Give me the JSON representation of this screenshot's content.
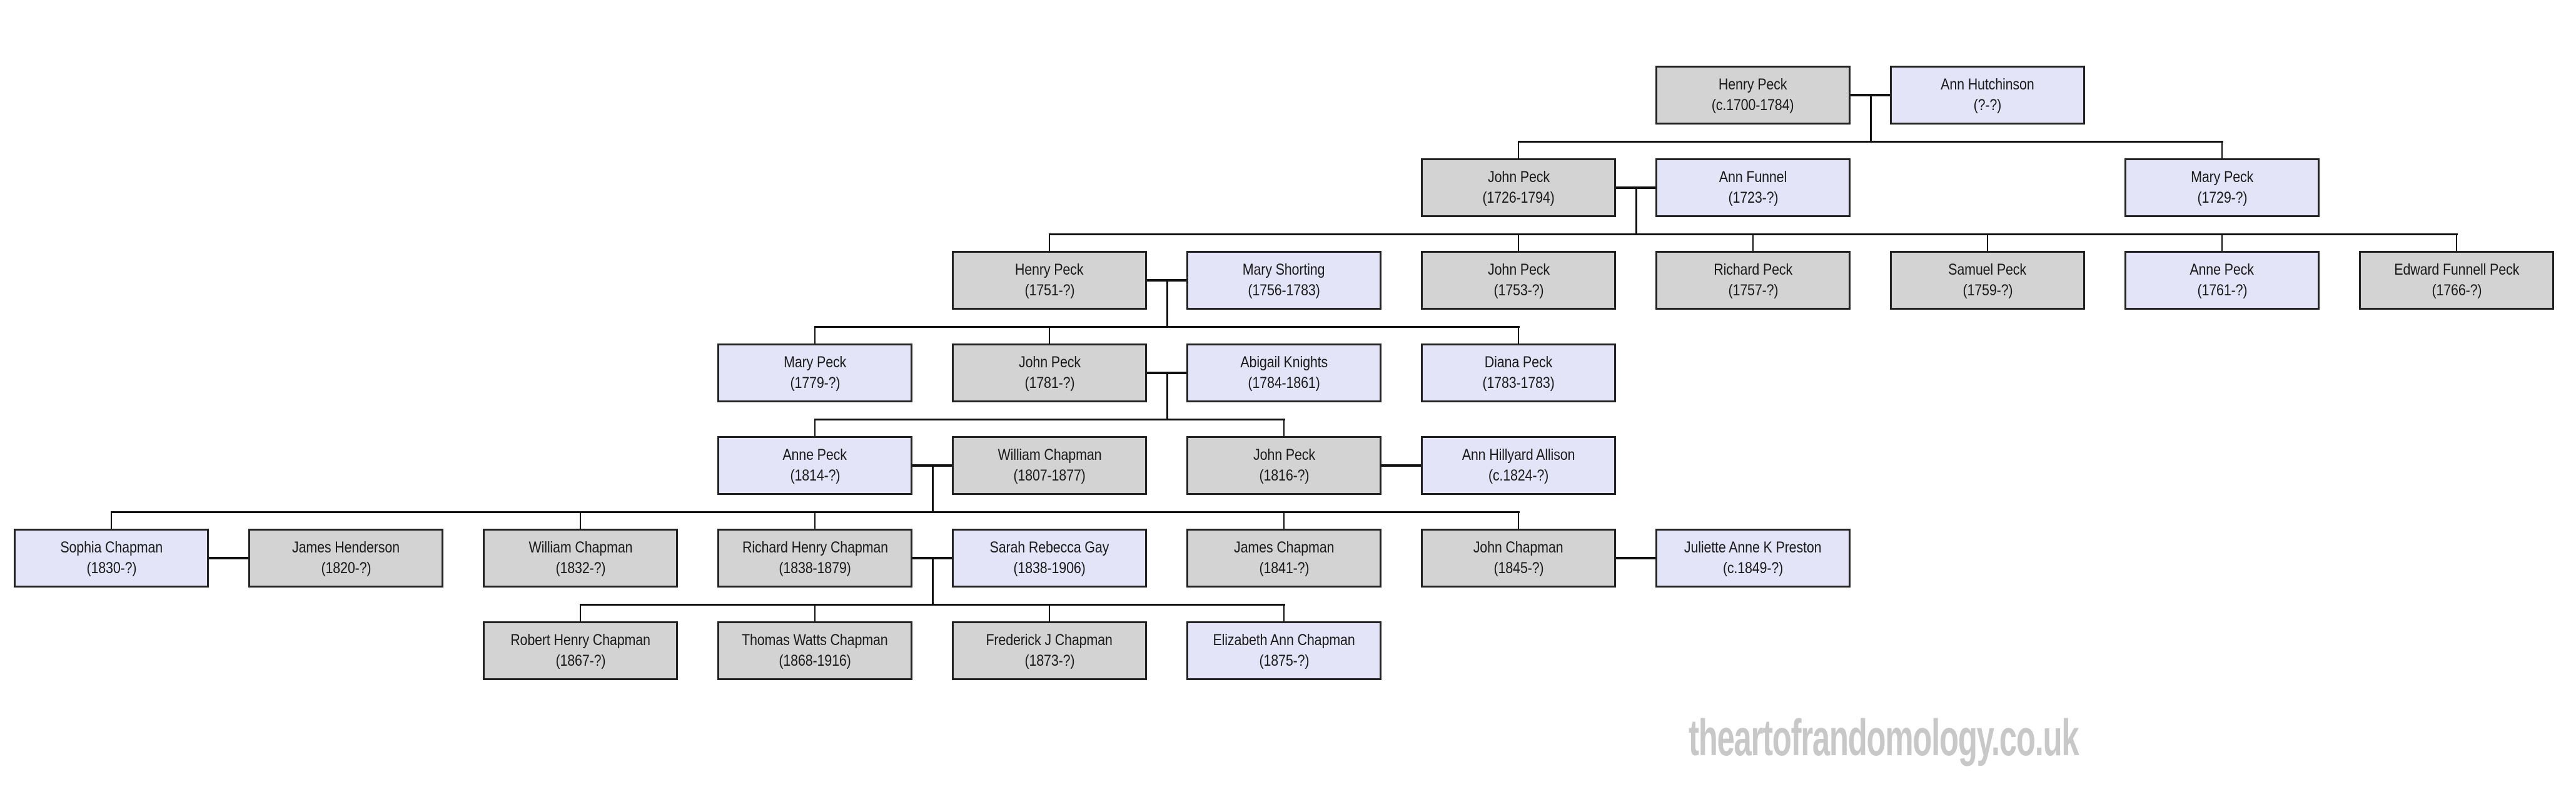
{
  "watermark": "theartofrandomology.co.uk",
  "colors": {
    "male_fill": "#d3d3d3",
    "female_fill": "#e4e4f8",
    "border": "#222222",
    "line": "#111111"
  },
  "people": [
    {
      "id": "p1",
      "name": "Henry Peck",
      "dates": "(c.1700-1784)",
      "gender": "male",
      "gen": 0,
      "col": 7
    },
    {
      "id": "p2",
      "name": "Ann Hutchinson",
      "dates": "(?-?)",
      "gender": "female",
      "gen": 0,
      "col": 8
    },
    {
      "id": "p3",
      "name": "John Peck",
      "dates": "(1726-1794)",
      "gender": "male",
      "gen": 1,
      "col": 6
    },
    {
      "id": "p4",
      "name": "Ann Funnel",
      "dates": "(1723-?)",
      "gender": "female",
      "gen": 1,
      "col": 7
    },
    {
      "id": "p5",
      "name": "Mary Peck",
      "dates": "(1729-?)",
      "gender": "female",
      "gen": 1,
      "col": 9
    },
    {
      "id": "p6",
      "name": "Henry Peck",
      "dates": "(1751-?)",
      "gender": "male",
      "gen": 2,
      "col": 4
    },
    {
      "id": "p7",
      "name": "Mary Shorting",
      "dates": "(1756-1783)",
      "gender": "female",
      "gen": 2,
      "col": 5
    },
    {
      "id": "p8",
      "name": "John Peck",
      "dates": "(1753-?)",
      "gender": "male",
      "gen": 2,
      "col": 6
    },
    {
      "id": "p9",
      "name": "Richard Peck",
      "dates": "(1757-?)",
      "gender": "male",
      "gen": 2,
      "col": 7
    },
    {
      "id": "p10",
      "name": "Samuel Peck",
      "dates": "(1759-?)",
      "gender": "male",
      "gen": 2,
      "col": 8
    },
    {
      "id": "p11",
      "name": "Anne Peck",
      "dates": "(1761-?)",
      "gender": "female",
      "gen": 2,
      "col": 9
    },
    {
      "id": "p12",
      "name": "Edward Funnell Peck",
      "dates": "(1766-?)",
      "gender": "male",
      "gen": 2,
      "col": 10
    },
    {
      "id": "p13",
      "name": "Mary Peck",
      "dates": "(1779-?)",
      "gender": "female",
      "gen": 3,
      "col": 3
    },
    {
      "id": "p14",
      "name": "John Peck",
      "dates": "(1781-?)",
      "gender": "male",
      "gen": 3,
      "col": 4
    },
    {
      "id": "p15",
      "name": "Abigail Knights",
      "dates": "(1784-1861)",
      "gender": "female",
      "gen": 3,
      "col": 5
    },
    {
      "id": "p16",
      "name": "Diana Peck",
      "dates": "(1783-1783)",
      "gender": "female",
      "gen": 3,
      "col": 6
    },
    {
      "id": "p17",
      "name": "Anne Peck",
      "dates": "(1814-?)",
      "gender": "female",
      "gen": 4,
      "col": 3
    },
    {
      "id": "p18",
      "name": "William Chapman",
      "dates": "(1807-1877)",
      "gender": "male",
      "gen": 4,
      "col": 4
    },
    {
      "id": "p19",
      "name": "John Peck",
      "dates": "(1816-?)",
      "gender": "male",
      "gen": 4,
      "col": 5
    },
    {
      "id": "p20",
      "name": "Ann Hillyard Allison",
      "dates": "(c.1824-?)",
      "gender": "female",
      "gen": 4,
      "col": 6
    },
    {
      "id": "p21",
      "name": "Sophia Chapman",
      "dates": "(1830-?)",
      "gender": "female",
      "gen": 5,
      "col": 0
    },
    {
      "id": "p22",
      "name": "James Henderson",
      "dates": "(1820-?)",
      "gender": "male",
      "gen": 5,
      "col": 1
    },
    {
      "id": "p23",
      "name": "William Chapman",
      "dates": "(1832-?)",
      "gender": "male",
      "gen": 5,
      "col": 2
    },
    {
      "id": "p24",
      "name": "Richard Henry Chapman",
      "dates": "(1838-1879)",
      "gender": "male",
      "gen": 5,
      "col": 3
    },
    {
      "id": "p25",
      "name": "Sarah Rebecca Gay",
      "dates": "(1838-1906)",
      "gender": "female",
      "gen": 5,
      "col": 4
    },
    {
      "id": "p26",
      "name": "James Chapman",
      "dates": "(1841-?)",
      "gender": "male",
      "gen": 5,
      "col": 5
    },
    {
      "id": "p27",
      "name": "John Chapman",
      "dates": "(1845-?)",
      "gender": "male",
      "gen": 5,
      "col": 6
    },
    {
      "id": "p28",
      "name": "Juliette Anne K Preston",
      "dates": "(c.1849-?)",
      "gender": "female",
      "gen": 5,
      "col": 7
    },
    {
      "id": "p29",
      "name": "Robert Henry Chapman",
      "dates": "(1867-?)",
      "gender": "male",
      "gen": 6,
      "col": 2
    },
    {
      "id": "p30",
      "name": "Thomas Watts Chapman",
      "dates": "(1868-1916)",
      "gender": "male",
      "gen": 6,
      "col": 3
    },
    {
      "id": "p31",
      "name": "Frederick J Chapman",
      "dates": "(1873-?)",
      "gender": "male",
      "gen": 6,
      "col": 4
    },
    {
      "id": "p32",
      "name": "Elizabeth Ann Chapman",
      "dates": "(1875-?)",
      "gender": "female",
      "gen": 6,
      "col": 5
    }
  ],
  "couples": [
    {
      "a": "p1",
      "b": "p2",
      "children": [
        "p3",
        "p5"
      ]
    },
    {
      "a": "p3",
      "b": "p4",
      "children": [
        "p6",
        "p8",
        "p9",
        "p10",
        "p11",
        "p12"
      ]
    },
    {
      "a": "p6",
      "b": "p7",
      "children": [
        "p13",
        "p14",
        "p16"
      ]
    },
    {
      "a": "p14",
      "b": "p15",
      "children": [
        "p17",
        "p19"
      ]
    },
    {
      "a": "p17",
      "b": "p18",
      "children": [
        "p21",
        "p23",
        "p24",
        "p26",
        "p27"
      ]
    },
    {
      "a": "p19",
      "b": "p20",
      "children": []
    },
    {
      "a": "p21",
      "b": "p22",
      "children": []
    },
    {
      "a": "p24",
      "b": "p25",
      "children": [
        "p29",
        "p30",
        "p31",
        "p32"
      ]
    },
    {
      "a": "p27",
      "b": "p28",
      "children": []
    }
  ]
}
